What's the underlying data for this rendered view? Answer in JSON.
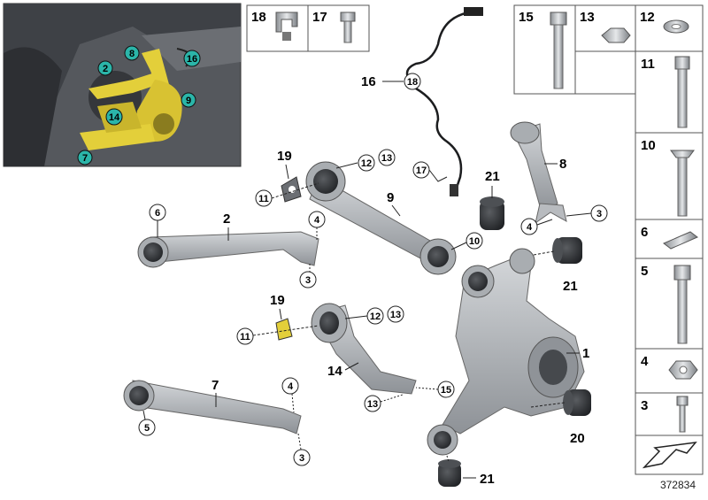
{
  "figure": {
    "doc_id": "372834"
  },
  "inset": {
    "callouts": [
      "2",
      "8",
      "16",
      "9",
      "14",
      "7"
    ]
  },
  "top_boxes": {
    "box_18": "18",
    "box_17": "17"
  },
  "right_column": {
    "row1": [
      "15",
      "13",
      "12"
    ],
    "row2": "11",
    "row3": "10",
    "row4": "6",
    "row5": "5",
    "row6": "4",
    "row7": "3"
  },
  "part_labels": {
    "l16": "16",
    "l18a": "18",
    "l17a": "17",
    "l19a": "19",
    "l12a": "12",
    "l13a": "13",
    "l11a": "11",
    "l9": "9",
    "l21a": "21",
    "l8": "8",
    "l4a": "4",
    "l3a": "3",
    "l6": "6",
    "l2": "2",
    "l4b": "4",
    "l3b": "3",
    "l10": "10",
    "l21b": "21",
    "l19b": "19",
    "l12b": "12",
    "l13b": "13",
    "l11b": "11",
    "l1": "1",
    "l14": "14",
    "l15": "15",
    "l13c": "13",
    "l7": "7",
    "l4c": "4",
    "l5": "5",
    "l3c": "3",
    "l20": "20",
    "l21c": "21"
  },
  "colors": {
    "highlight_yellow": "#e3cf3a",
    "callout_teal": "#2bb5a9",
    "part_gray": "#a9adb1",
    "part_dark": "#3c3f43",
    "inset_bg": "#4a4d52"
  }
}
